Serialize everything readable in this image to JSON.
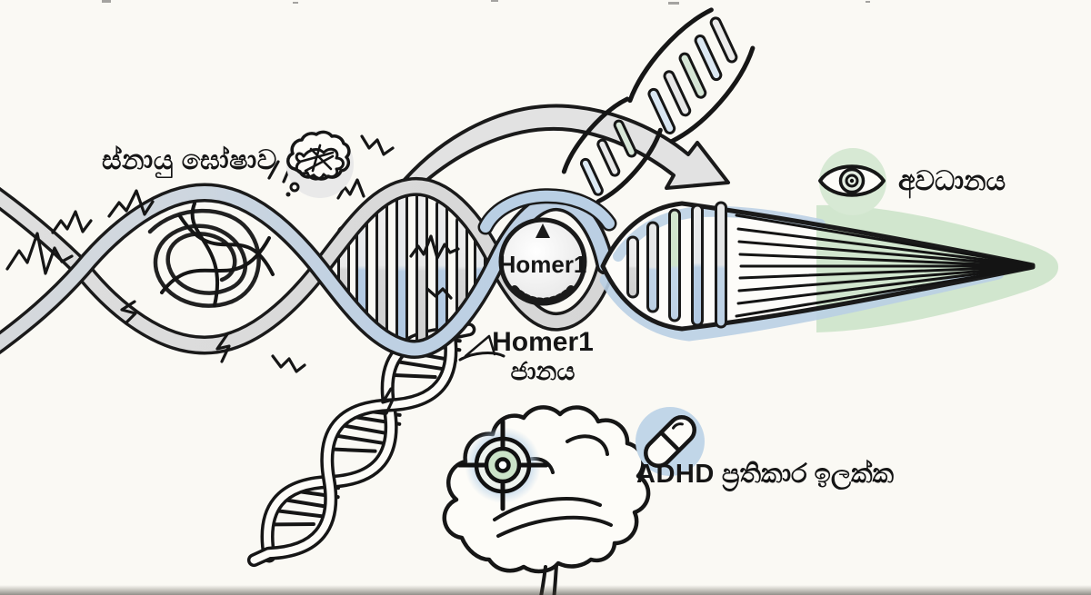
{
  "figure": {
    "description": "hand-drawn DNA helix diagram linking neural noise, Homer1 gene dial, attention focus and ADHD treatment targets",
    "background": "#faf9f4",
    "ink": "#1a1a1a",
    "palette": {
      "ribbon_gray": "#d7d7d7",
      "ribbon_blue": "#b6cde4",
      "focus_green": "#cde4ca",
      "icon_circle_gray": "#e9e9e9",
      "icon_circle_blue": "#c1d6e8",
      "icon_circle_green": "#d7e9d4",
      "arrow_gray": "#e2e2e2"
    },
    "labels": {
      "neural_noise": "ස්නායු ඝෝෂාව",
      "attention": "අවධානය",
      "gene_title": "Homer1",
      "gene_subtitle": "ජානය",
      "knob": "Homer1",
      "treatment_prefix": "ADHD",
      "treatment_rest": "ප්‍රතිකාර ඉලක්ක"
    },
    "icons": {
      "left": "scribble-thought-icon",
      "right": "eye-icon",
      "center": "gene-dial-knob",
      "bottom_left_art": "dna-helix-sketch",
      "bottom_center": "brain-with-crosshair-icon",
      "bottom_right": "pill-icon",
      "top": "curved-arrow-with-dna-fragments"
    }
  }
}
